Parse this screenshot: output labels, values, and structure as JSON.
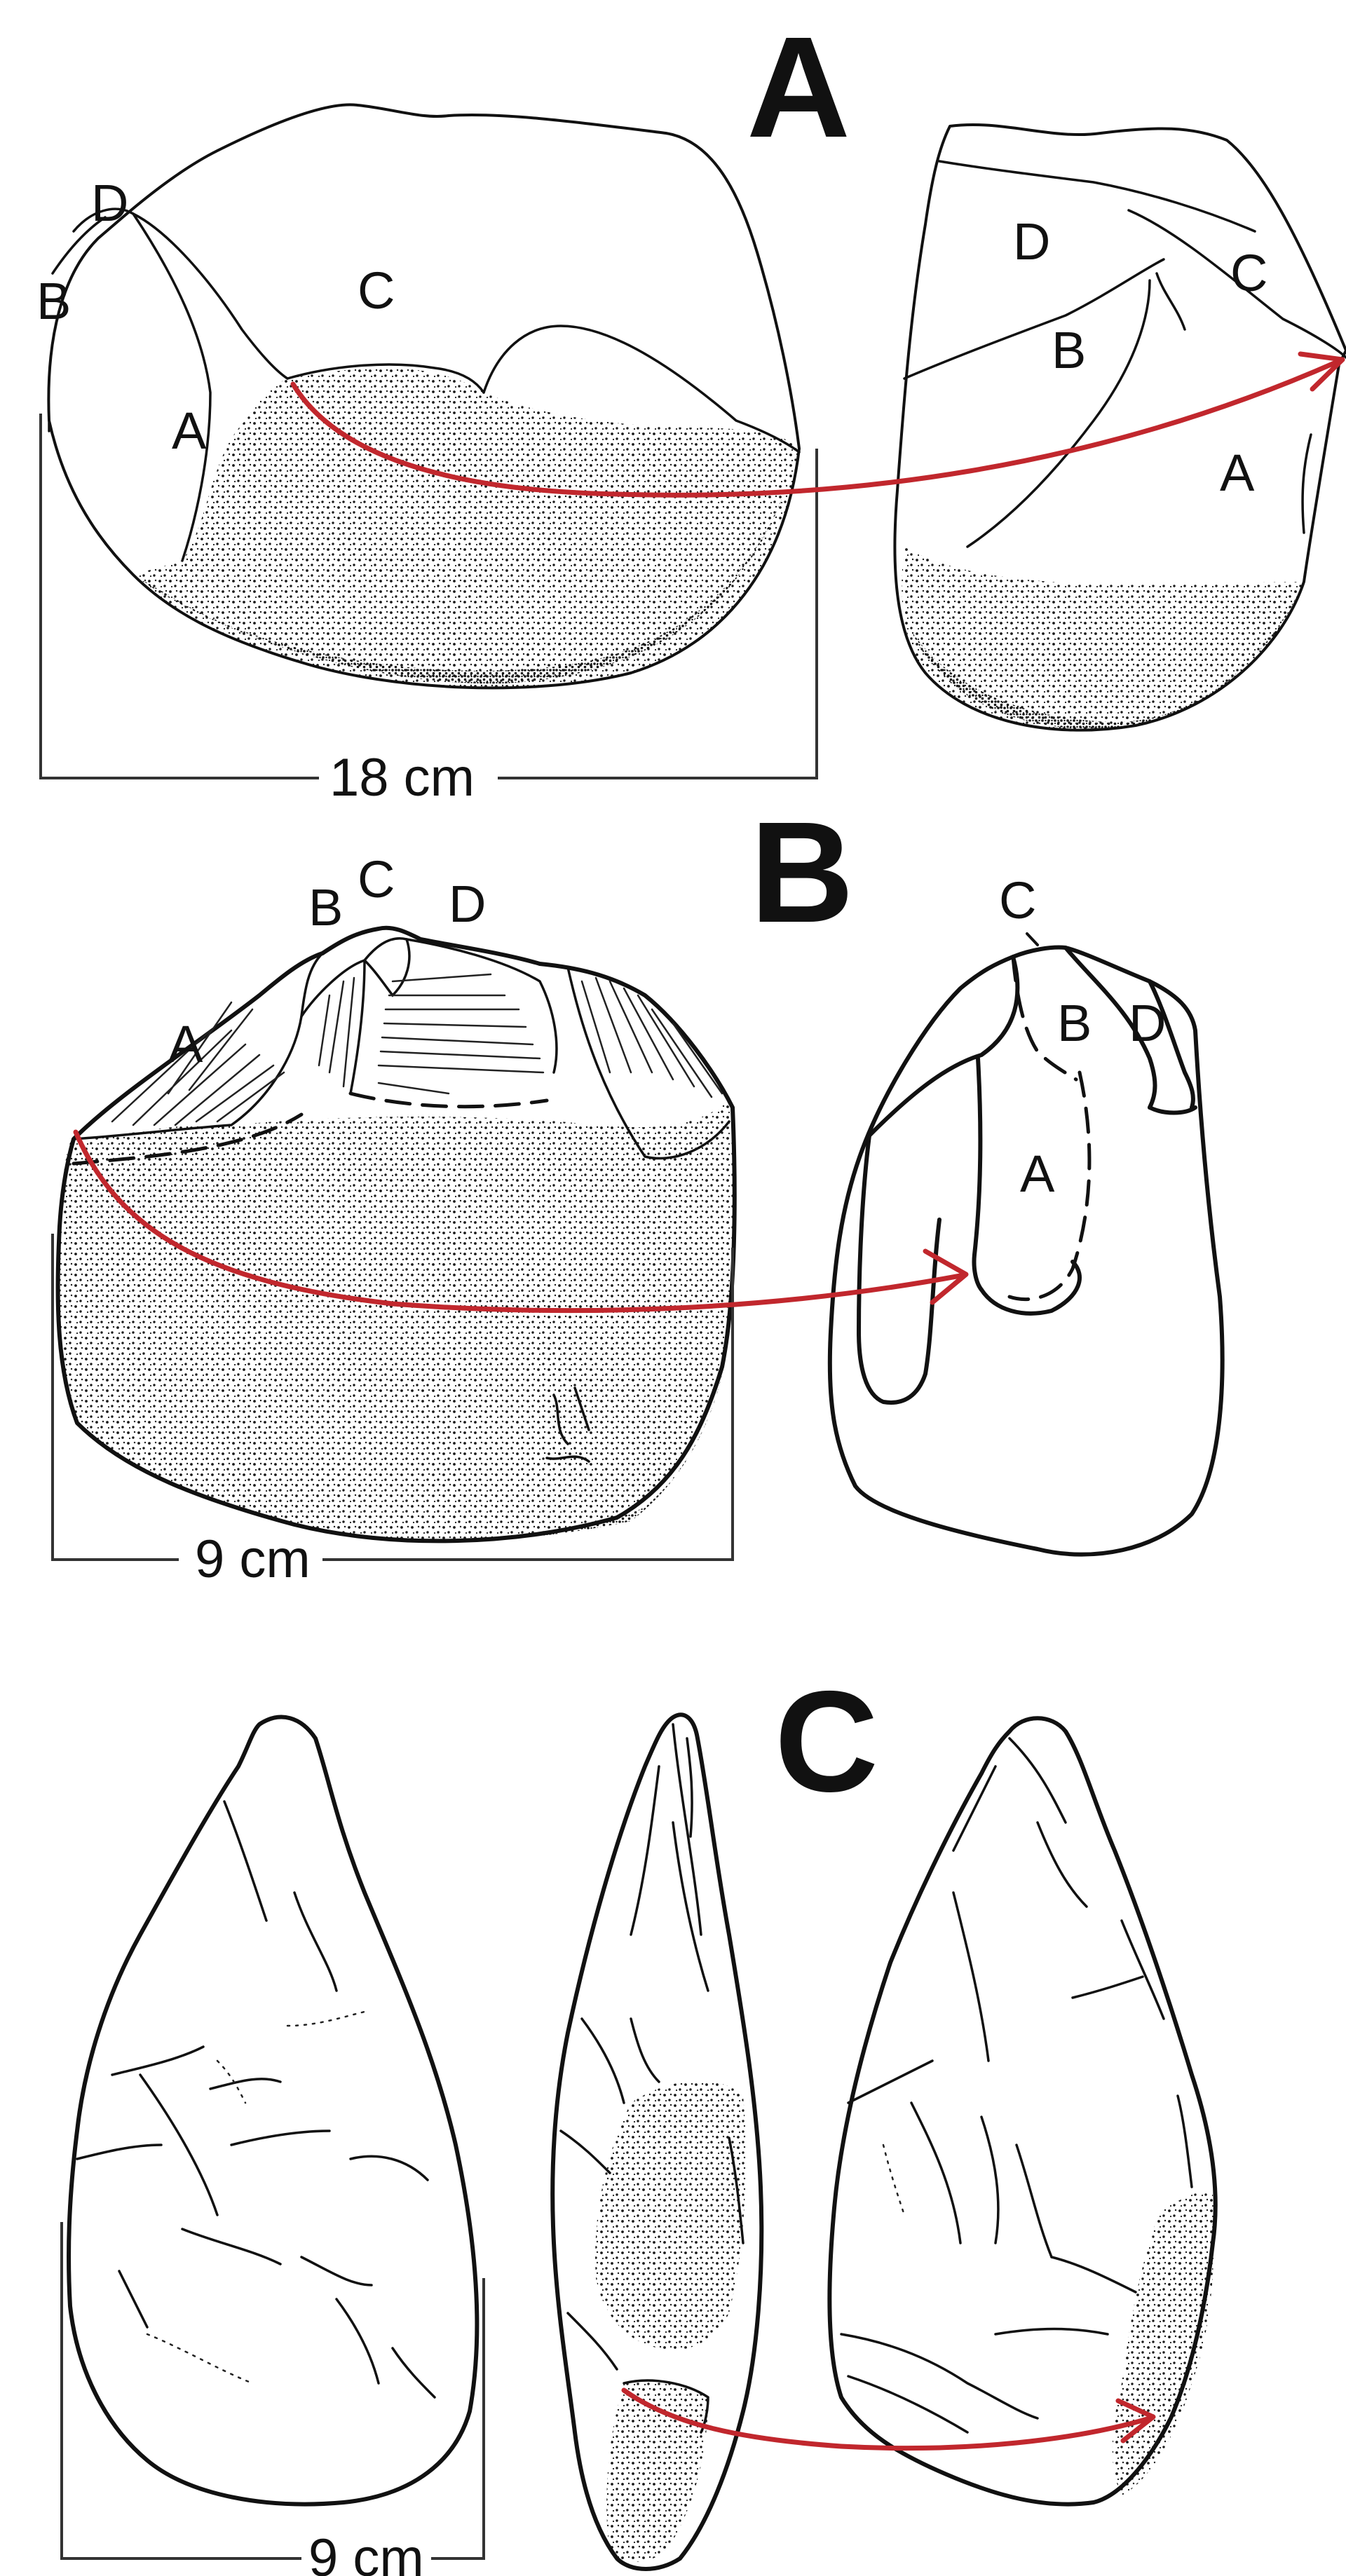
{
  "colors": {
    "arrow": "#c1272d",
    "line": "#111111",
    "cortex_light": "#6b6b6b",
    "cortex_dark": "#1e1e1e"
  },
  "panels": [
    {
      "letter": "A",
      "scale": "18 cm",
      "left_view": {
        "labels": [
          "D",
          "B",
          "C",
          "A"
        ]
      },
      "right_view": {
        "labels": [
          "D",
          "C",
          "B",
          "A"
        ]
      }
    },
    {
      "letter": "B",
      "scale": "9 cm",
      "left_view": {
        "labels": [
          "B",
          "C",
          "D",
          "A"
        ]
      },
      "right_view": {
        "labels": [
          "C",
          "B",
          "D",
          "A"
        ]
      }
    },
    {
      "letter": "C",
      "scale": "9 cm"
    }
  ]
}
